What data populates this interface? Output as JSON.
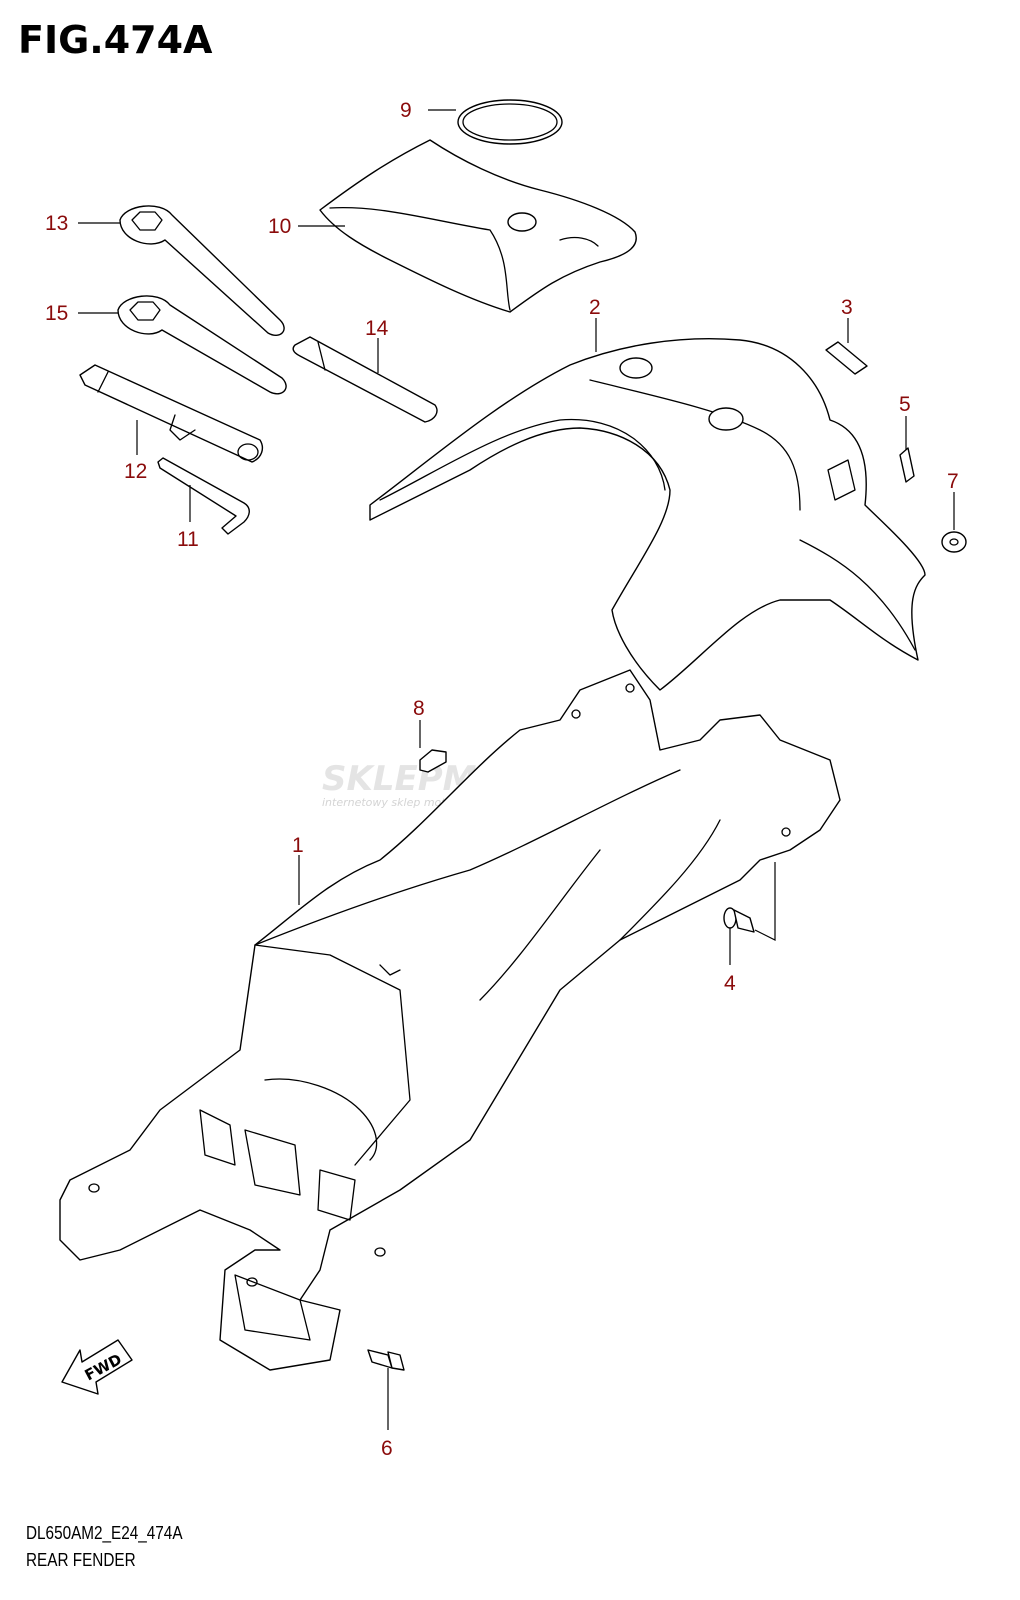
{
  "figure": {
    "title": "FIG.474A",
    "code": "DL650AM2_E24_474A",
    "subtitle": "REAR FENDER"
  },
  "callouts": [
    {
      "id": "1",
      "label": "1"
    },
    {
      "id": "2",
      "label": "2"
    },
    {
      "id": "3",
      "label": "3"
    },
    {
      "id": "4",
      "label": "4"
    },
    {
      "id": "5",
      "label": "5"
    },
    {
      "id": "6",
      "label": "6"
    },
    {
      "id": "7",
      "label": "7"
    },
    {
      "id": "8",
      "label": "8"
    },
    {
      "id": "9",
      "label": "9"
    },
    {
      "id": "10",
      "label": "10"
    },
    {
      "id": "11",
      "label": "11"
    },
    {
      "id": "12",
      "label": "12"
    },
    {
      "id": "13",
      "label": "13"
    },
    {
      "id": "14",
      "label": "14"
    },
    {
      "id": "15",
      "label": "15"
    }
  ],
  "fwd_arrow": {
    "label": "FWD"
  },
  "watermark": {
    "brand": "SKLEPMOTO46.PL",
    "tagline": "internetowy sklep motocyklowy",
    "accent": "#e03a3a"
  },
  "colors": {
    "callout": "#8a0b0b",
    "line": "#000000"
  }
}
